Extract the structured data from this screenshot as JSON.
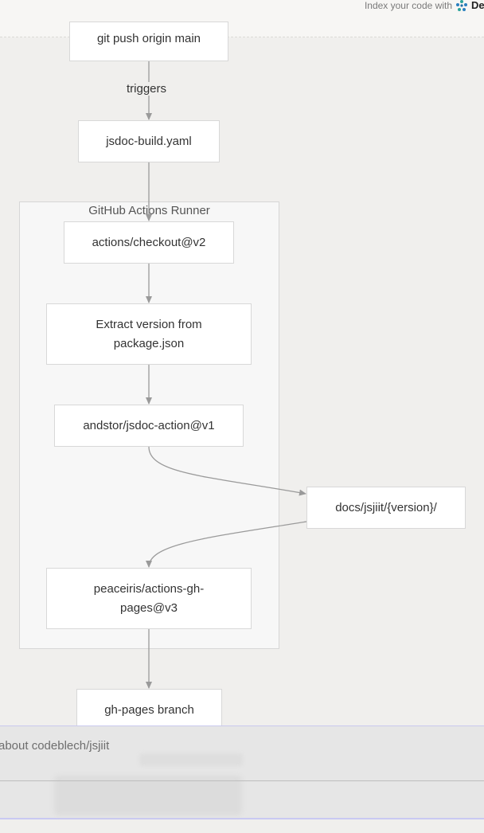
{
  "header": {
    "index_text": "Index your code with",
    "brand": "De",
    "logo_icon": "devin-logo-icon"
  },
  "diagram": {
    "nodes": {
      "git_push": "git push origin main",
      "workflow_file": "jsdoc-build.yaml",
      "checkout": "actions/checkout@v2",
      "extract_version": "Extract version from package.json",
      "jsdoc_action": "andstor/jsdoc-action@v1",
      "docs_dir": "docs/jsjiit/{version}/",
      "gh_pages_action": "peaceiris/actions-gh-pages@v3",
      "gh_pages_branch": "gh-pages branch"
    },
    "cluster_label": "GitHub Actions Runner",
    "edge_labels": {
      "push_to_workflow": "triggers"
    },
    "colors": {
      "edge": "#9a9a9a",
      "node_fill": "#ffffff",
      "cluster_fill": "#f7f7f7"
    }
  },
  "ask_panel": {
    "prompt_text": "about codeblech/jsjiit"
  }
}
